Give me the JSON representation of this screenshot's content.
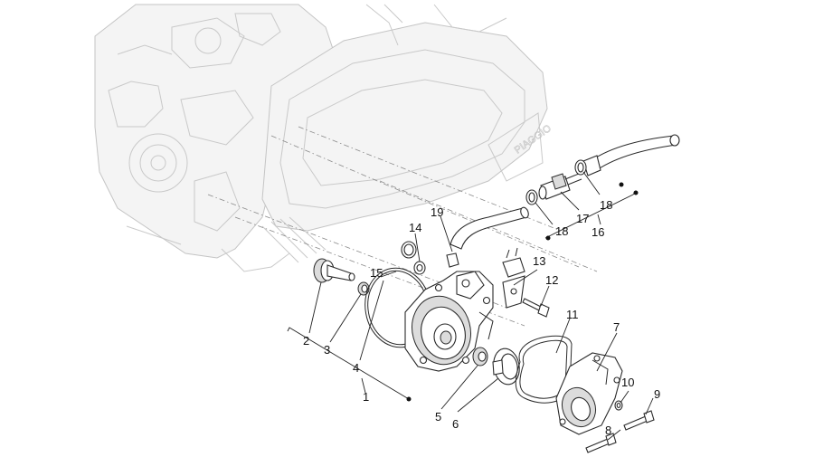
{
  "callouts": [
    {
      "id": "1",
      "text": "1"
    },
    {
      "id": "2",
      "text": "2"
    },
    {
      "id": "3",
      "text": "3"
    },
    {
      "id": "4",
      "text": "4"
    },
    {
      "id": "5",
      "text": "5"
    },
    {
      "id": "6",
      "text": "6"
    },
    {
      "id": "7",
      "text": "7"
    },
    {
      "id": "8",
      "text": "8"
    },
    {
      "id": "9",
      "text": "9"
    },
    {
      "id": "10",
      "text": "10"
    },
    {
      "id": "11",
      "text": "11"
    },
    {
      "id": "12",
      "text": "12"
    },
    {
      "id": "13",
      "text": "13"
    },
    {
      "id": "14",
      "text": "14"
    },
    {
      "id": "15",
      "text": "15"
    },
    {
      "id": "16",
      "text": "16"
    },
    {
      "id": "17",
      "text": "17"
    },
    {
      "id": "18a",
      "text": "18"
    },
    {
      "id": "18b",
      "text": "18"
    },
    {
      "id": "19",
      "text": "19"
    }
  ],
  "engine_logo_text": "PIAGGIO",
  "colors": {
    "ink": "#2a2a2a",
    "ghost": "#c9c9c9",
    "background": "#ffffff"
  }
}
